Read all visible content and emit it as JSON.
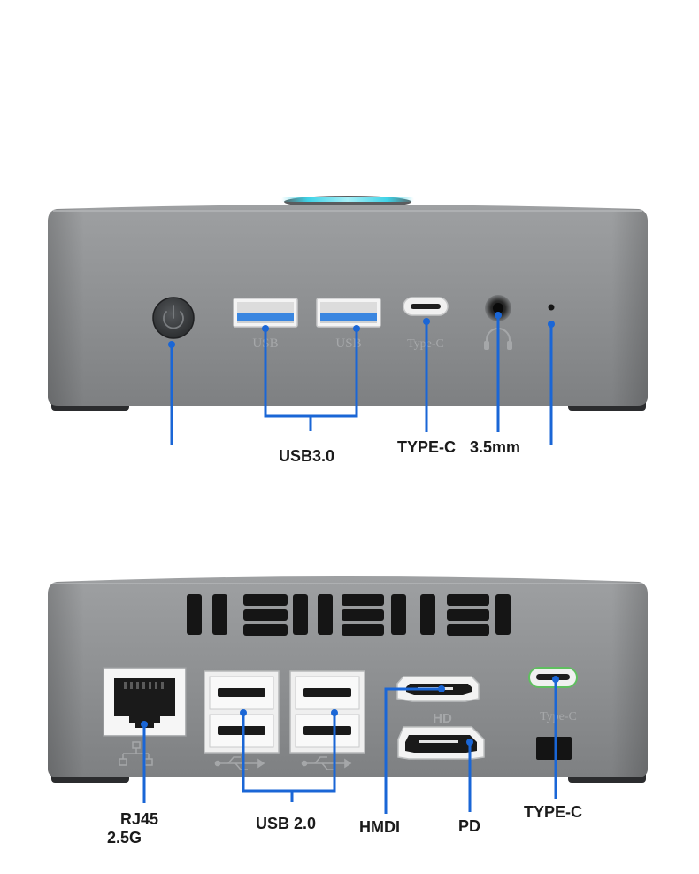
{
  "front_panel": {
    "port_markings": {
      "usb_left": "USB",
      "usb_right": "USB",
      "typec": "Type-C"
    },
    "callouts": {
      "usb": "USB3.0",
      "typec": "TYPE-C",
      "audio": "3.5mm"
    }
  },
  "rear_panel": {
    "port_markings": {
      "hdmi": "HD",
      "typec": "Type-C"
    },
    "callouts": {
      "rj45_line1": "RJ45",
      "rj45_line2": "2.5G",
      "usb": "USB 2.0",
      "hdmi": "HMDI",
      "pd": "PD",
      "typec": "TYPE-C"
    }
  },
  "colors": {
    "device_body": "#8f9193",
    "callout_line": "#1a66d6",
    "usb3_blue": "#3a86e0",
    "led_glow": "#3fd2e6"
  }
}
